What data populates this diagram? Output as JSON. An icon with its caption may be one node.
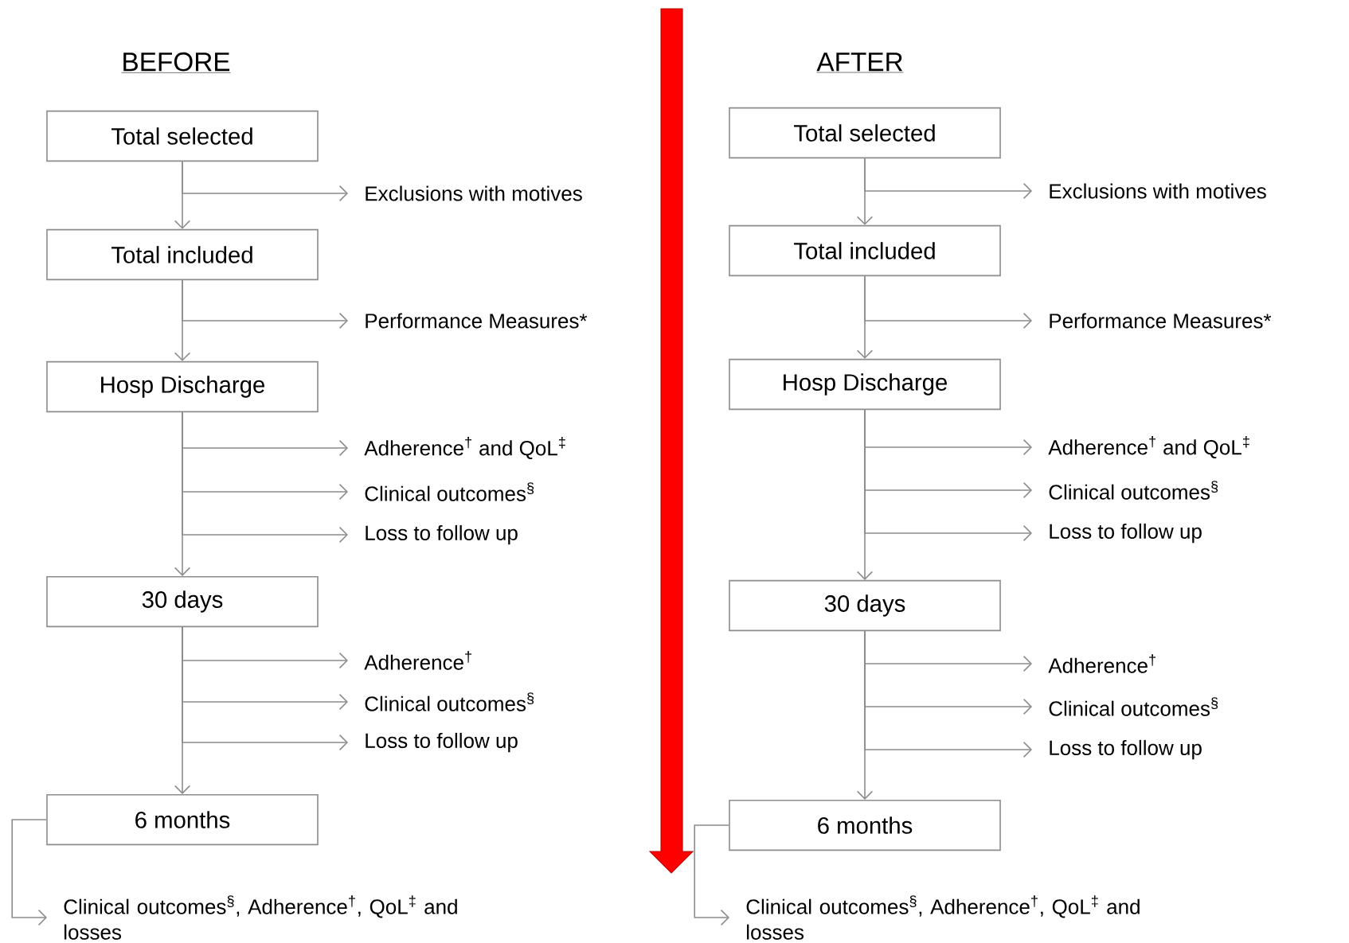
{
  "diagram": {
    "nodes": [
      {
        "text": [
          "Total selected"
        ]
      },
      {
        "text": [
          "Exclusions with motives"
        ]
      },
      {
        "text": [
          "Total included"
        ]
      },
      {
        "text": [
          "Performance Measures*"
        ]
      },
      {
        "text": [
          "Hosp Discharge"
        ]
      },
      {
        "text": [
          "Adherence$^{†}$ and QoL$^{‡}$"
        ]
      },
      {
        "text": [
          "Clinical outcomes$^{§}$"
        ]
      },
      {
        "text": [
          "Loss to follow up"
        ]
      },
      {
        "text": [
          "30 days"
        ]
      },
      {
        "text": [
          "Adherence$^{†}$"
        ]
      },
      {
        "text": [
          "Clinical outcomes$^{§}$"
        ]
      },
      {
        "text": [
          "Loss to follow up"
        ]
      },
      {
        "text": [
          "6 months"
        ]
      },
      {
        "text": [
          "Clinical outcomes$^{§}$, Adherence$^{†}$, QoL$^{‡}$ and losses"
        ]
      },
      {
        "text": [
          "Total selected"
        ]
      },
      {
        "text": [
          "Exclusions with motives"
        ]
      },
      {
        "text": [
          "Total included"
        ]
      },
      {
        "text": [
          "Performance Measures*"
        ]
      },
      {
        "text": [
          "Hosp Discharge"
        ]
      },
      {
        "text": [
          "Adherence$^{†}$ and QoL$^{‡}$"
        ]
      },
      {
        "text": [
          "Clinical outcomes$^{§}$"
        ]
      },
      {
        "text": [
          "Loss to follow up"
        ]
      },
      {
        "text": [
          "30 days"
        ]
      },
      {
        "text": [
          "Adherence$^{†}$"
        ]
      },
      {
        "text": [
          "Clinical outcomes$^{§}$"
        ]
      },
      {
        "text": [
          "Loss to follow up"
        ]
      },
      {
        "text": [
          "6 months"
        ]
      },
      {
        "text": [
          "Clinical outcomes$^{§}$, Adherence$^{†}$, QoL$^{‡}$ and losses"
        ]
      }
    ],
    "edges": [
      {
        "from": 0,
        "to": 2,
        "arrow": "to"
      },
      {
        "from": 0,
        "to": 1,
        "arrow": "to"
      },
      {
        "from": 2,
        "to": 4,
        "arrow": "to"
      },
      {
        "from": 2,
        "to": 3,
        "arrow": "to"
      },
      {
        "from": 4,
        "to": 8,
        "arrow": "to"
      },
      {
        "from": 4,
        "to": 5,
        "arrow": "to"
      },
      {
        "from": 4,
        "to": 6,
        "arrow": "to"
      },
      {
        "from": 4,
        "to": 7,
        "arrow": "to"
      },
      {
        "from": 8,
        "to": 12,
        "arrow": "to"
      },
      {
        "from": 8,
        "to": 9,
        "arrow": "to"
      },
      {
        "from": 8,
        "to": 10,
        "arrow": "to"
      },
      {
        "from": 8,
        "to": 11,
        "arrow": "to"
      },
      {
        "from": 12,
        "to": 13,
        "arrow": "to"
      },
      {
        "from": 14,
        "to": 16,
        "arrow": "to"
      },
      {
        "from": 14,
        "to": 15,
        "arrow": "to"
      },
      {
        "from": 16,
        "to": 18,
        "arrow": "to"
      },
      {
        "from": 16,
        "to": 17,
        "arrow": "to"
      },
      {
        "from": 18,
        "to": 22,
        "arrow": "to"
      },
      {
        "from": 18,
        "to": 19,
        "arrow": "to"
      },
      {
        "from": 18,
        "to": 20,
        "arrow": "to"
      },
      {
        "from": 18,
        "to": 21,
        "arrow": "to"
      },
      {
        "from": 22,
        "to": 26,
        "arrow": "to"
      },
      {
        "from": 22,
        "to": 23,
        "arrow": "to"
      },
      {
        "from": 22,
        "to": 24,
        "arrow": "to"
      },
      {
        "from": 22,
        "to": 25,
        "arrow": "to"
      },
      {
        "from": 26,
        "to": 27,
        "arrow": "to"
      }
    ],
    "labels": [
      "BEFORE",
      "AFTER"
    ]
  }
}
